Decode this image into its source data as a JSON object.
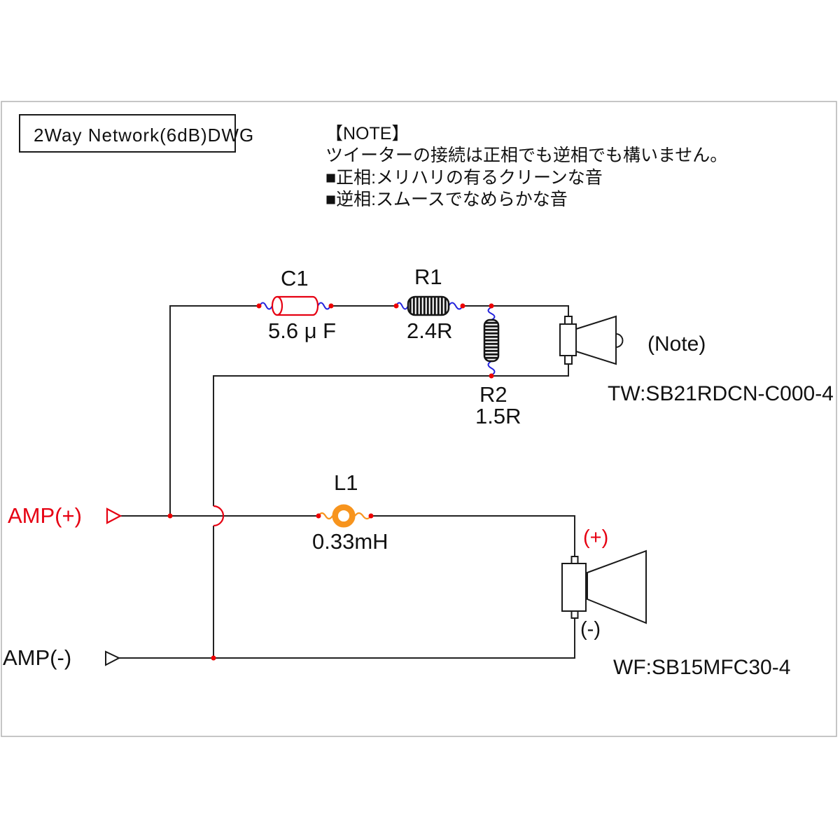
{
  "title": "2Way Network(6dB)DWG",
  "note": {
    "header": "【NOTE】",
    "line1": "ツイーターの接続は正相でも逆相でも構いません。",
    "line2": "■正相:メリハリの有るクリーンな音",
    "line3": "■逆相:スムースでなめらかな音"
  },
  "components": {
    "c1": {
      "label": "C1",
      "value": "5.6 μ F"
    },
    "r1": {
      "label": "R1",
      "value": "2.4R"
    },
    "r2": {
      "label": "R2",
      "value": "1.5R"
    },
    "l1": {
      "label": "L1",
      "value": "0.33mH"
    }
  },
  "terminals": {
    "amp_plus": "AMP(+)",
    "amp_minus": "AMP(-)"
  },
  "speakers": {
    "tweeter": {
      "annotation": "(Note)",
      "label": "TW:SB21RDCN-C000-4"
    },
    "woofer": {
      "plus": "(+)",
      "minus": "(-)",
      "label": "WF:SB15MFC30-4"
    }
  },
  "colors": {
    "wire_black": "#222222",
    "accent_red": "#e60012",
    "squiggle_blue": "#2222dd",
    "inductor_orange": "#f7941d",
    "border_gray": "#b3b3b3"
  }
}
